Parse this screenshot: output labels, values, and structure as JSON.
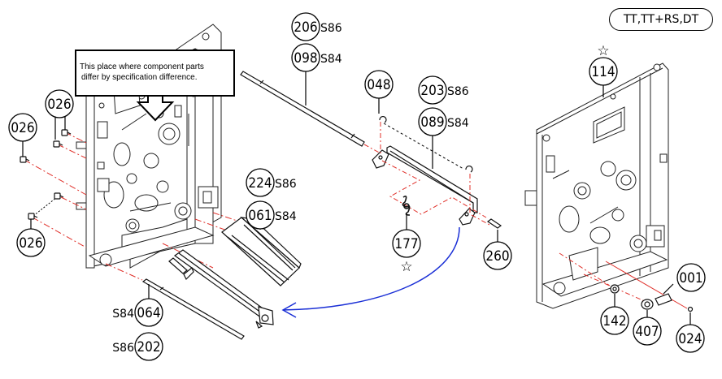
{
  "diagram": {
    "title_badge": "TT,TT+RS,DT",
    "note": {
      "line1": "This place where component parts",
      "line2": "differ by specification difference."
    },
    "callouts": [
      {
        "id": "c-026-a",
        "part": "026",
        "suffix": ""
      },
      {
        "id": "c-026-b",
        "part": "026",
        "suffix": ""
      },
      {
        "id": "c-026-c",
        "part": "026",
        "suffix": ""
      },
      {
        "id": "c-206",
        "part": "206",
        "suffix": "S86"
      },
      {
        "id": "c-098",
        "part": "098",
        "suffix": "S84"
      },
      {
        "id": "c-048",
        "part": "048",
        "suffix": ""
      },
      {
        "id": "c-203",
        "part": "203",
        "suffix": "S86"
      },
      {
        "id": "c-089",
        "part": "089",
        "suffix": "S84"
      },
      {
        "id": "c-224",
        "part": "224",
        "suffix": "S86"
      },
      {
        "id": "c-061",
        "part": "061",
        "suffix": "S84"
      },
      {
        "id": "c-177",
        "part": "177",
        "suffix": "",
        "star": true
      },
      {
        "id": "c-260",
        "part": "260",
        "suffix": ""
      },
      {
        "id": "c-064",
        "part": "064",
        "prefix": "S84"
      },
      {
        "id": "c-202",
        "part": "202",
        "prefix": "S86"
      },
      {
        "id": "c-114",
        "part": "114",
        "suffix": "",
        "star": true
      },
      {
        "id": "c-001",
        "part": "001",
        "suffix": ""
      },
      {
        "id": "c-142",
        "part": "142",
        "suffix": ""
      },
      {
        "id": "c-407",
        "part": "407",
        "suffix": ""
      },
      {
        "id": "c-024",
        "part": "024",
        "suffix": ""
      }
    ],
    "star_glyph": "☆",
    "colors": {
      "line": "#000000",
      "assembly_guide": "#e0302a",
      "arrow": "#1a2fd6"
    }
  }
}
